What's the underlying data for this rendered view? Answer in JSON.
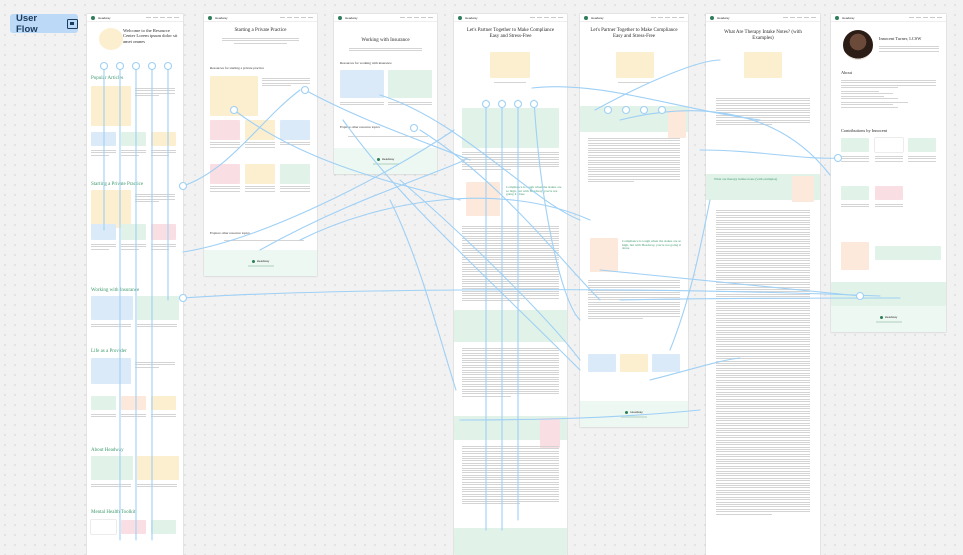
{
  "toolbar": {
    "flow_label": "User Flow",
    "flow_icon": "frame-icon"
  },
  "brand": {
    "name": "Headway",
    "accent": "#3f9a6e",
    "link_color": "#9fd0f5"
  },
  "frames": {
    "resource_center": {
      "title": "Welcome to the Resource Center Lorem ipsum dolor sit amet omnes",
      "sections": [
        "Popular Articles",
        "Starting a Private Practice",
        "Working with Insurance",
        "Life as a Provider",
        "About Headway",
        "Mental Health Toolkit"
      ]
    },
    "private_practice": {
      "title": "Starting a Private Practice",
      "resources_heading": "Resources for starting a private practice",
      "explore_label": "Explore other resource topics"
    },
    "insurance": {
      "title": "Working with Insurance",
      "resources_heading": "Resources for working with insurance",
      "explore_label": "Explore other resource topics"
    },
    "compliance_article": {
      "title": "Let's Partner Together to Make Compliance Easy and Stress-Free",
      "quote": "Compliance is tough when the stakes are so high, but with Headway, you're not going it alone"
    },
    "compliance_article_b": {
      "title": "Let's Partner Together to Make Compliance Easy and Stress-Free",
      "quote": "Compliance is tough when the stakes are so high, but with Headway, you're not going it alone"
    },
    "therapy_notes": {
      "title": "What Are Therapy Intake Notes? (with Examples)",
      "section": "What are therapy intake notes (with examples)"
    },
    "author": {
      "name": "Innocent Turner, LCSW",
      "about": "About",
      "contributions": "Contributions by Innocent"
    }
  }
}
